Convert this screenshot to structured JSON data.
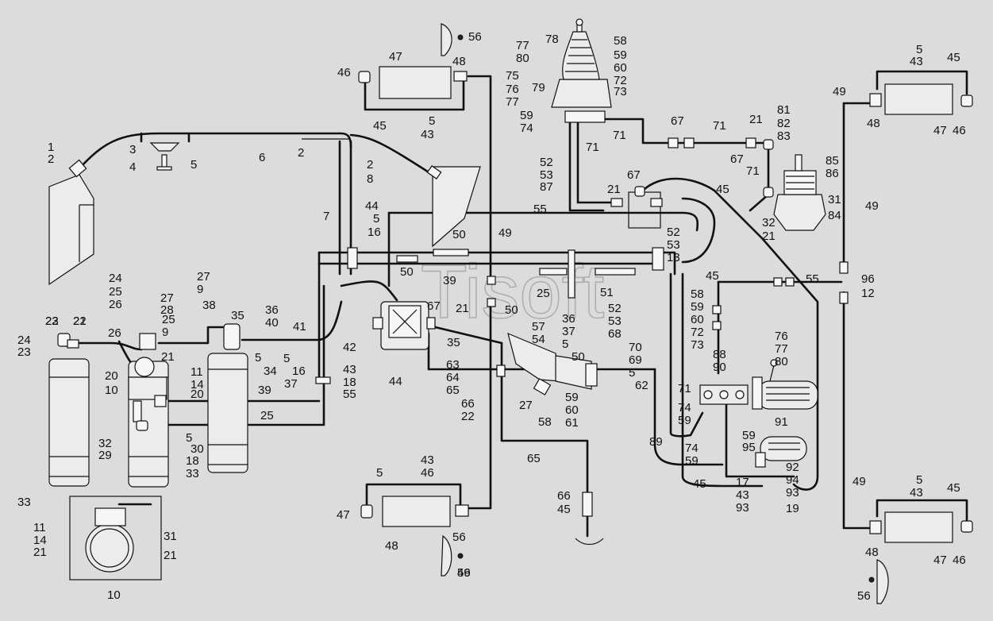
{
  "diagram": {
    "watermark": "Tisoft",
    "callouts": [
      "1",
      "2",
      "3",
      "4",
      "5",
      "6",
      "2",
      "2",
      "8",
      "7",
      "44",
      "5",
      "16",
      "55",
      "49",
      "50",
      "50",
      "39",
      "47",
      "48",
      "46",
      "45",
      "5",
      "43",
      "56",
      "56",
      "78",
      "77",
      "80",
      "79",
      "75",
      "76",
      "77",
      "58",
      "59",
      "60",
      "72",
      "73",
      "59",
      "74",
      "71",
      "67",
      "71",
      "21",
      "67",
      "71",
      "52",
      "53",
      "87",
      "71",
      "21",
      "67",
      "45",
      "81",
      "82",
      "83",
      "85",
      "86",
      "31",
      "84",
      "49",
      "32",
      "21",
      "5",
      "43",
      "45",
      "48",
      "47",
      "46",
      "49",
      "52",
      "53",
      "13",
      "45",
      "58",
      "59",
      "60",
      "72",
      "73",
      "55",
      "96",
      "12",
      "88",
      "90",
      "76",
      "77",
      "80",
      "91",
      "71",
      "74",
      "59",
      "89",
      "74",
      "59",
      "59",
      "95",
      "92",
      "94",
      "93",
      "19",
      "17",
      "43",
      "93",
      "45",
      "49",
      "5",
      "43",
      "45",
      "47",
      "48",
      "46",
      "56",
      "22",
      "23",
      "24",
      "25",
      "26",
      "27",
      "28",
      "25",
      "9",
      "26",
      "27",
      "9",
      "38",
      "35",
      "36",
      "40",
      "41",
      "42",
      "43",
      "18",
      "55",
      "44",
      "5",
      "16",
      "37",
      "5",
      "34",
      "39",
      "25",
      "24",
      "23",
      "22",
      "21",
      "20",
      "10",
      "11",
      "14",
      "20",
      "21",
      "32",
      "29",
      "5",
      "30",
      "18",
      "33",
      "33",
      "10",
      "11",
      "14",
      "21",
      "31",
      "21",
      "67",
      "21",
      "50",
      "25",
      "57",
      "54",
      "35",
      "36",
      "37",
      "5",
      "50",
      "51",
      "52",
      "53",
      "68",
      "70",
      "69",
      "5",
      "62",
      "63",
      "64",
      "65",
      "66",
      "22",
      "27",
      "58",
      "59",
      "60",
      "61",
      "65",
      "66",
      "45",
      "5",
      "43",
      "46",
      "47",
      "48",
      "56",
      "49"
    ]
  }
}
